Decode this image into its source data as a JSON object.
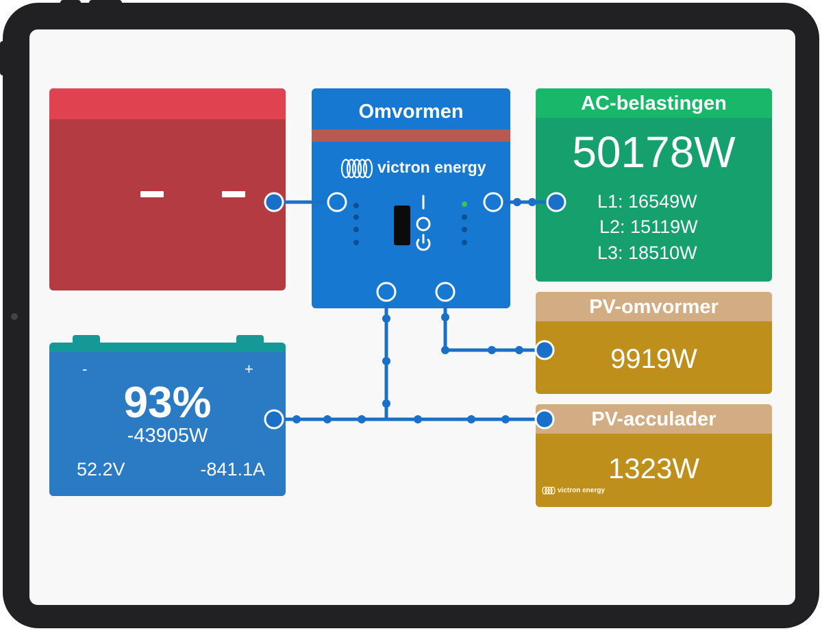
{
  "grid": {
    "value": "– –"
  },
  "inverter": {
    "title": "Omvormen",
    "brand": "victron energy"
  },
  "ac_loads": {
    "title": "AC-belastingen",
    "total": "50178W",
    "lines": [
      "L1: 16549W",
      "L2: 15119W",
      "L3: 18510W"
    ]
  },
  "pv_inverter": {
    "title": "PV-omvormer",
    "value": "9919W"
  },
  "pv_charger": {
    "title": "PV-acculader",
    "value": "1323W",
    "brand": "victron energy"
  },
  "battery": {
    "minus": "-",
    "plus": "+",
    "soc": "93%",
    "power": "-43905W",
    "voltage": "52.2V",
    "current": "-841.1A"
  },
  "colors": {
    "connector": "#1a6fc9",
    "grid": "#b53b43",
    "inverter": "#1778d1",
    "ac": "#15a06d",
    "pv": "#bf8f1b",
    "battery": "#2b7ac4"
  }
}
